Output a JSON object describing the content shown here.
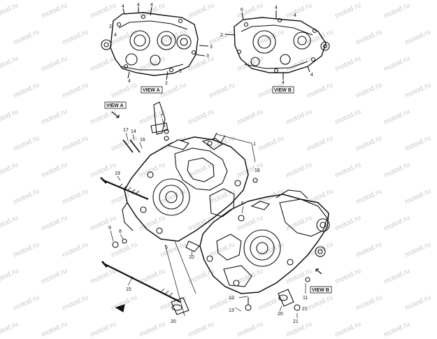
{
  "watermark": "motod.ru",
  "views": {
    "view_a": "VIEW A",
    "view_b": "VIEW B"
  },
  "callouts": {
    "top_left": [
      "4",
      "4",
      "4",
      "2",
      "4",
      "3",
      "4",
      "3",
      "2",
      "5"
    ],
    "top_right": [
      "6",
      "4",
      "4",
      "2",
      "4",
      "4"
    ],
    "main": [
      "1",
      "17",
      "14",
      "16",
      "19",
      "9",
      "8",
      "7",
      "18",
      "6",
      "10",
      "11",
      "12",
      "13",
      "15",
      "20",
      "21",
      "20",
      "21",
      "5"
    ]
  }
}
